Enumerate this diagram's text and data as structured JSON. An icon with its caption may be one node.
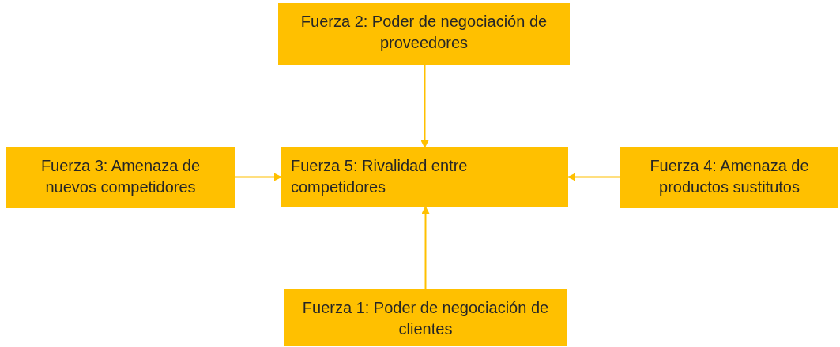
{
  "diagram": {
    "nodes": [
      {
        "text": [
          "Fuerza 2: Poder de negociación de proveedores"
        ]
      },
      {
        "text": [
          "Fuerza 3: Amenaza de nuevos competidores"
        ]
      },
      {
        "text": [
          "Fuerza 5: Rivalidad entre competidores"
        ]
      },
      {
        "text": [
          "Fuerza 4: Amenaza de productos sustitutos"
        ]
      },
      {
        "text": [
          "Fuerza 1: Poder de negociación de clientes"
        ]
      }
    ],
    "edges": [
      {
        "from": 0,
        "to": 2,
        "arrow": "to"
      },
      {
        "from": 1,
        "to": 2,
        "arrow": "to"
      },
      {
        "from": 3,
        "to": 2,
        "arrow": "to"
      },
      {
        "from": 4,
        "to": 2,
        "arrow": "to"
      }
    ]
  }
}
